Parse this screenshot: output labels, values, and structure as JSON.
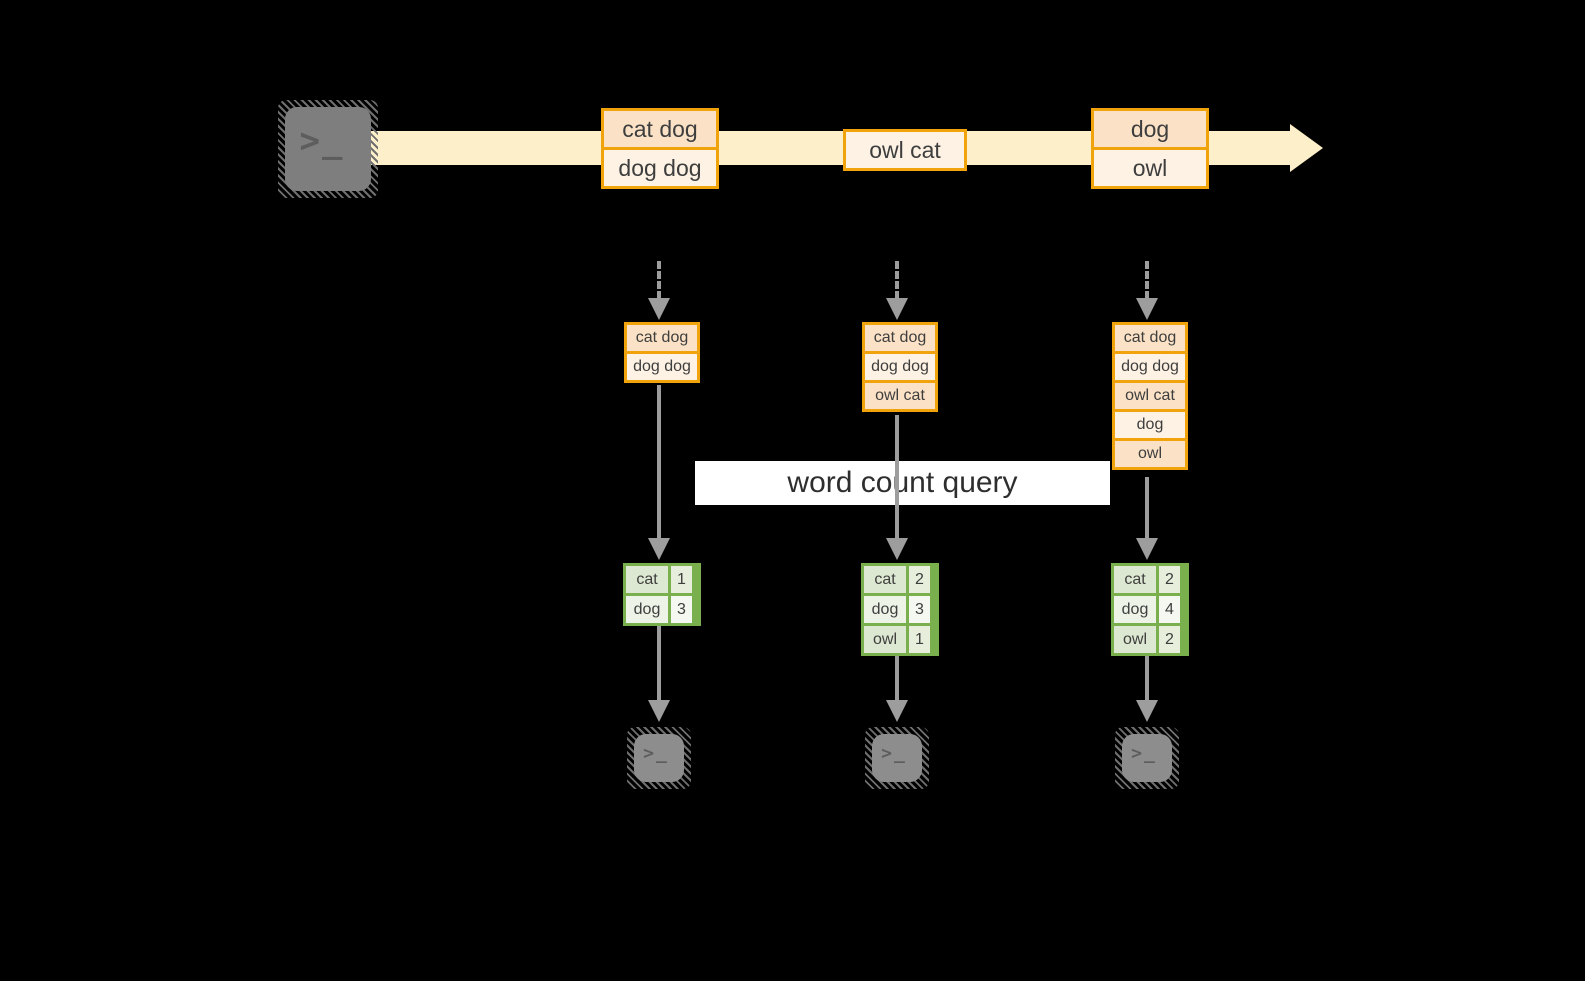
{
  "icons": {
    "terminal_glyph": ">_"
  },
  "query_label": "word count query",
  "colors": {
    "background": "#000000",
    "stream_fill": "#fcefc9",
    "record_border": "#f0a30a",
    "record_fill_dark": "#fbe2c6",
    "record_fill_light": "#fdf2e4",
    "table_border": "#79af4d",
    "table_fill_dark": "#dce8d1",
    "table_fill_light": "#edf3e7",
    "arrow_gray": "#9d9d9d",
    "terminal_gray": "#7e7e7e"
  },
  "stream": {
    "batches": [
      {
        "rows": [
          {
            "text": "cat dog"
          },
          {
            "text": "dog dog"
          }
        ]
      },
      {
        "rows": [
          {
            "text": "owl cat"
          }
        ]
      },
      {
        "rows": [
          {
            "text": "dog"
          },
          {
            "text": "owl"
          }
        ]
      }
    ]
  },
  "columns": [
    {
      "accumulated": [
        {
          "text": "cat dog"
        },
        {
          "text": "dog dog"
        }
      ],
      "counts": [
        {
          "word": "cat",
          "count": "1"
        },
        {
          "word": "dog",
          "count": "3"
        }
      ]
    },
    {
      "accumulated": [
        {
          "text": "cat dog"
        },
        {
          "text": "dog dog"
        },
        {
          "text": "owl cat"
        }
      ],
      "counts": [
        {
          "word": "cat",
          "count": "2"
        },
        {
          "word": "dog",
          "count": "3"
        },
        {
          "word": "owl",
          "count": "1"
        }
      ]
    },
    {
      "accumulated": [
        {
          "text": "cat dog"
        },
        {
          "text": "dog dog"
        },
        {
          "text": "owl cat"
        },
        {
          "text": "dog"
        },
        {
          "text": "owl"
        }
      ],
      "counts": [
        {
          "word": "cat",
          "count": "2"
        },
        {
          "word": "dog",
          "count": "4"
        },
        {
          "word": "owl",
          "count": "2"
        }
      ]
    }
  ]
}
